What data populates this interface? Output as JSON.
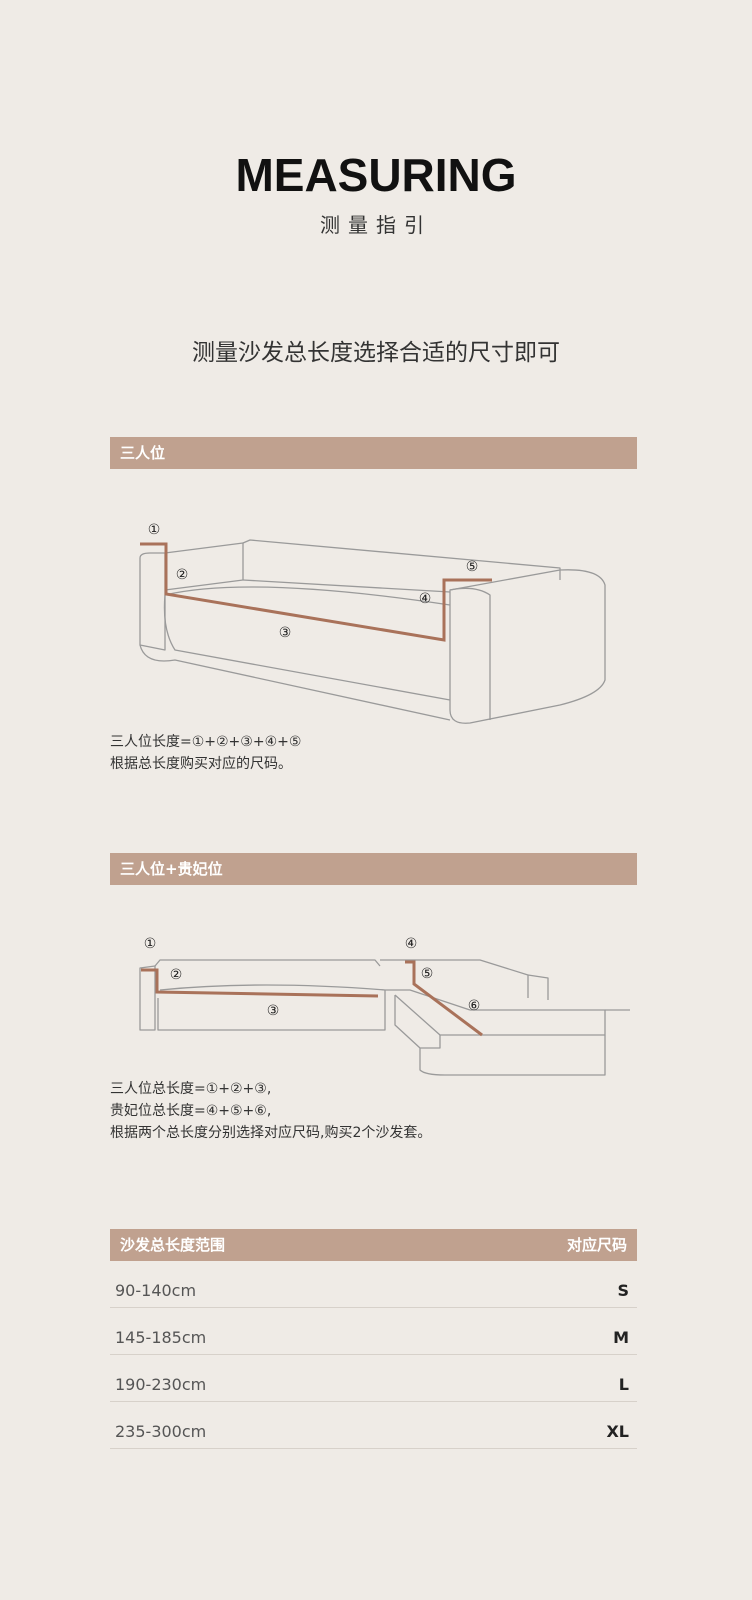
{
  "header": {
    "title": "MEASURING",
    "subtitle": "测量指引"
  },
  "intro": "测量沙发总长度选择合适的尺寸即可",
  "section1": {
    "label": "三人位",
    "markers": [
      "①",
      "②",
      "③",
      "④",
      "⑤"
    ],
    "note_lines": [
      "三人位长度=①+②+③+④+⑤",
      "根据总长度购买对应的尺码。"
    ]
  },
  "section2": {
    "label": "三人位+贵妃位",
    "markers": [
      "①",
      "②",
      "③",
      "④",
      "⑤",
      "⑥"
    ],
    "note_lines": [
      "三人位总长度=①+②+③,",
      "贵妃位总长度=④+⑤+⑥,",
      "根据两个总长度分别选择对应尺码,购买2个沙发套。"
    ]
  },
  "size_table": {
    "header_left": "沙发总长度范围",
    "header_right": "对应尺码",
    "rows": [
      {
        "range": "90-140cm",
        "size": "S"
      },
      {
        "range": "145-185cm",
        "size": "M"
      },
      {
        "range": "190-230cm",
        "size": "L"
      },
      {
        "range": "235-300cm",
        "size": "XL"
      }
    ]
  },
  "colors": {
    "accent_bar": "#c0a18f",
    "measure_line": "#a9725a",
    "background": "#efebe6"
  }
}
